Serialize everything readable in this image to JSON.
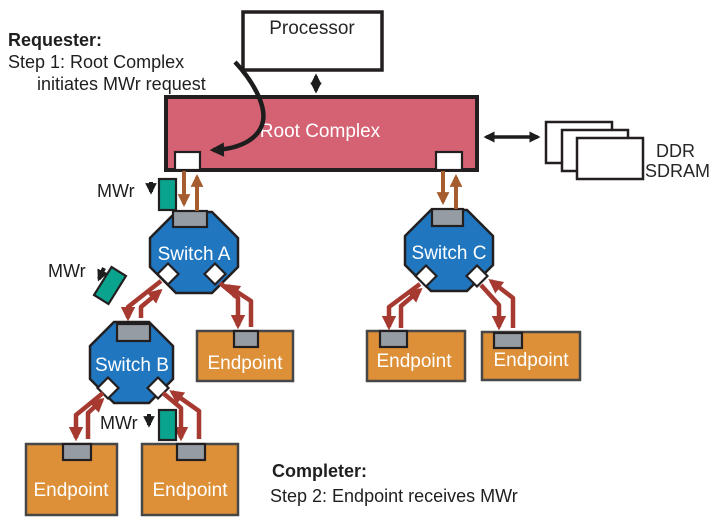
{
  "notes": {
    "requester_heading": "Requester:",
    "requester_line1": "Step 1: Root Complex",
    "requester_line2": "initiates MWr request",
    "completer_heading": "Completer:",
    "completer_line1": "Step 2: Endpoint receives MWr"
  },
  "nodes": {
    "processor": "Processor",
    "root_complex": "Root Complex",
    "memory_line1": "DDR",
    "memory_line2": "SDRAM",
    "switch_a": "Switch A",
    "switch_b": "Switch B",
    "switch_c": "Switch C"
  },
  "endpoints": [
    {
      "label": "Endpoint"
    },
    {
      "label": "Endpoint"
    },
    {
      "label": "Endpoint"
    },
    {
      "label": "Endpoint"
    },
    {
      "label": "Endpoint"
    }
  ],
  "packets": [
    {
      "label": "MWr"
    },
    {
      "label": "MWr"
    },
    {
      "label": "MWr"
    }
  ],
  "palette": {
    "root_complex": "#d56273",
    "switch_blue": "#2077c0",
    "endpoint_orange": "#dd9038",
    "port_gray": "#959ca3",
    "packet_teal": "#0aa48e",
    "arrow_red": "#a63a31",
    "arrow_brown": "#a55c2e",
    "outline_black": "#231f20"
  }
}
